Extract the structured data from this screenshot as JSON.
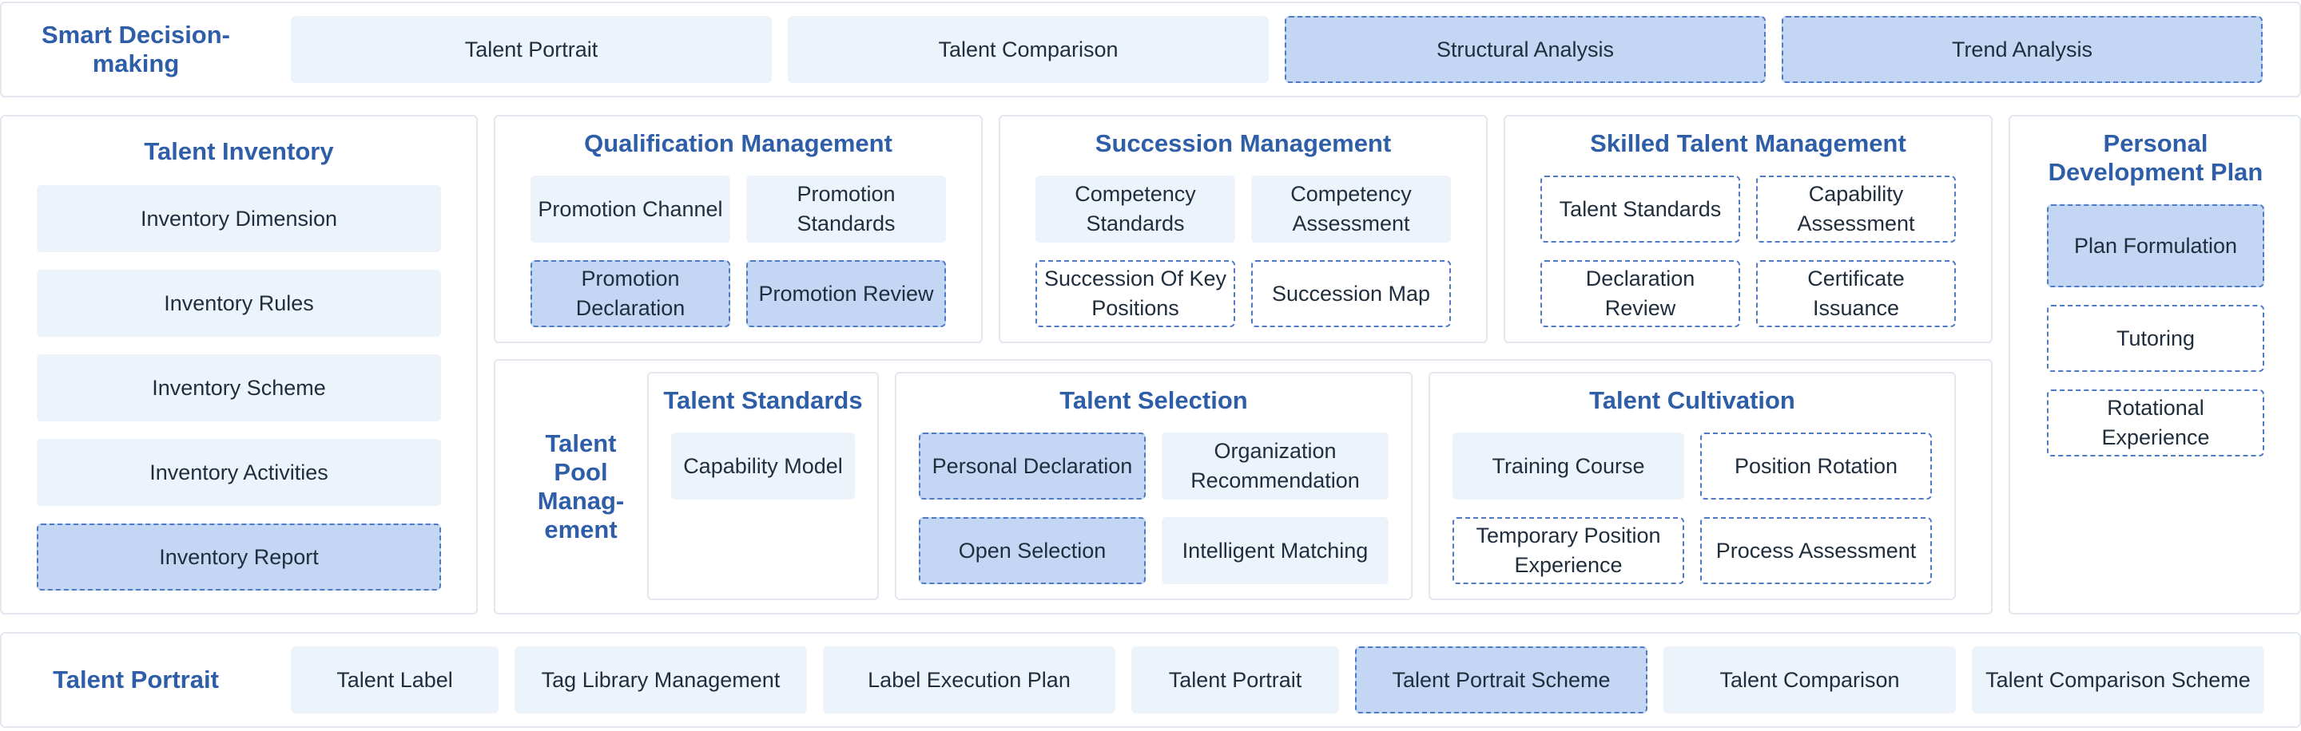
{
  "smart": {
    "title": "Smart Decision-making",
    "items": [
      "Talent Portrait",
      "Talent Comparison",
      "Structural Analysis",
      "Trend Analysis"
    ]
  },
  "inventory": {
    "title": "Talent Inventory",
    "items": [
      "Inventory Dimension",
      "Inventory Rules",
      "Inventory Scheme",
      "Inventory Activities",
      "Inventory Report"
    ]
  },
  "qualification": {
    "title": "Qualification Management",
    "items": [
      "Promotion Channel",
      "Promotion Standards",
      "Promotion Declaration",
      "Promotion Review"
    ]
  },
  "succession": {
    "title": "Succession Management",
    "items": [
      "Competency Standards",
      "Competency Assessment",
      "Succession Of Key Positions",
      "Succession Map"
    ]
  },
  "skilled": {
    "title": "Skilled Talent Management",
    "items": [
      "Talent Standards",
      "Capability Assessment",
      "Declaration Review",
      "Certificate Issuance"
    ]
  },
  "pdp": {
    "title": "Personal Development Plan",
    "items": [
      "Plan Formulation",
      "Tutoring",
      "Rotational Experience"
    ]
  },
  "pool": {
    "title": "Talent Pool Manag-ement",
    "standards": {
      "title": "Talent Standards",
      "items": [
        "Capability Model"
      ]
    },
    "selection": {
      "title": "Talent Selection",
      "items": [
        "Personal Declaration",
        "Organization Recommendation",
        "Open Selection",
        "Intelligent Matching"
      ]
    },
    "cultivation": {
      "title": "Talent Cultivation",
      "items": [
        "Training Course",
        "Position Rotation",
        "Temporary Position Experience",
        "Process Assessment"
      ]
    }
  },
  "portrait": {
    "title": "Talent Portrait",
    "items": [
      "Talent Label",
      "Tag Library Management",
      "Label Execution Plan",
      "Talent Portrait",
      "Talent Portrait Scheme",
      "Talent Comparison",
      "Talent Comparison Scheme"
    ]
  },
  "colors": {
    "title": "#2f5ea8",
    "light_fill": "#edf3fb",
    "highlight_fill": "#c3d7f4",
    "dashed_border": "#4f7ac4",
    "panel_border": "#e3e8ee"
  }
}
